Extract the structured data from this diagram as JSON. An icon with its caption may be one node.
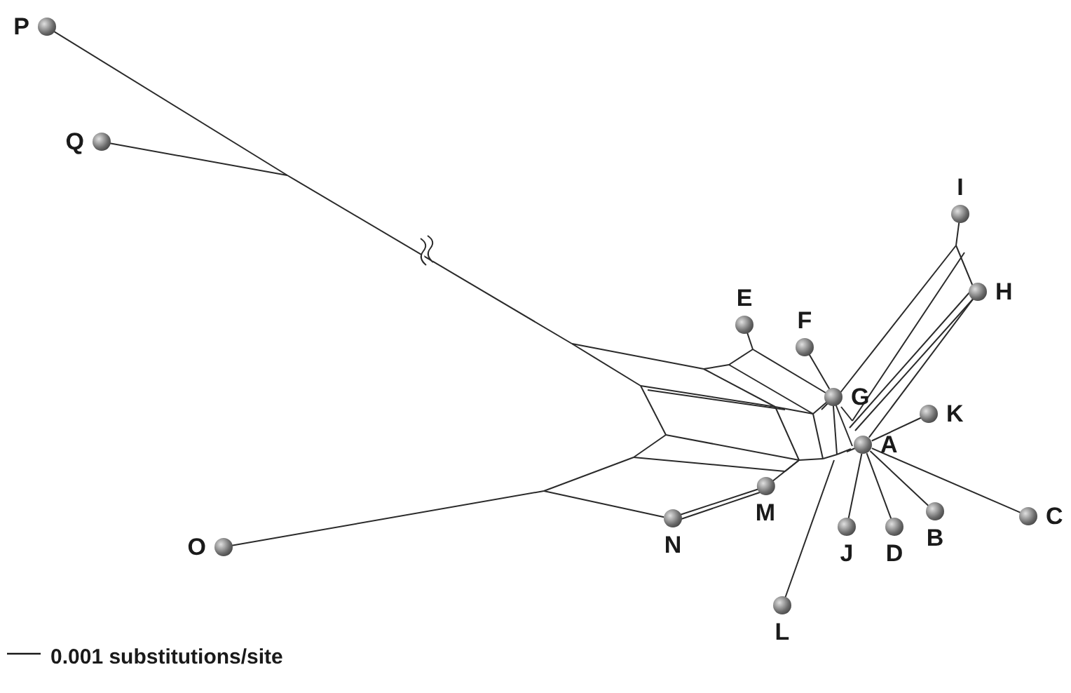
{
  "diagram": {
    "nodes": [
      {
        "text": [
          "P"
        ]
      },
      {
        "text": [
          "Q"
        ]
      },
      {
        "text": [
          "I"
        ]
      },
      {
        "text": [
          "H"
        ]
      },
      {
        "text": [
          "E"
        ]
      },
      {
        "text": [
          "F"
        ]
      },
      {
        "text": [
          "G"
        ]
      },
      {
        "text": [
          "K"
        ]
      },
      {
        "text": [
          "A"
        ]
      },
      {
        "text": [
          "M"
        ]
      },
      {
        "text": [
          "B"
        ]
      },
      {
        "text": [
          "C"
        ]
      },
      {
        "text": [
          "N"
        ]
      },
      {
        "text": [
          "J"
        ]
      },
      {
        "text": [
          "D"
        ]
      },
      {
        "text": [
          "O"
        ]
      },
      {
        "text": [
          "L"
        ]
      }
    ],
    "edges": [
      {
        "from": null,
        "to": 0,
        "arrow": "none"
      },
      {
        "from": null,
        "to": 1,
        "arrow": "none"
      },
      {
        "from": null,
        "to": 2,
        "arrow": "none"
      },
      {
        "from": 8,
        "to": 3,
        "arrow": "none"
      },
      {
        "from": null,
        "to": 4,
        "arrow": "none"
      },
      {
        "from": 6,
        "to": 5,
        "arrow": "none"
      },
      {
        "from": null,
        "to": 6,
        "arrow": "none"
      },
      {
        "from": 8,
        "to": 7,
        "arrow": "none"
      },
      {
        "from": null,
        "to": 8,
        "arrow": "none"
      },
      {
        "from": null,
        "to": 9,
        "arrow": "none"
      },
      {
        "from": 8,
        "to": 10,
        "arrow": "none"
      },
      {
        "from": 8,
        "to": 11,
        "arrow": "none"
      },
      {
        "from": null,
        "to": 12,
        "arrow": "none"
      },
      {
        "from": 8,
        "to": 13,
        "arrow": "none"
      },
      {
        "from": 8,
        "to": 14,
        "arrow": "none"
      },
      {
        "from": null,
        "to": 15,
        "arrow": "none"
      },
      {
        "from": null,
        "to": 16,
        "arrow": "none"
      }
    ],
    "labels": [
      "0.001 substitutions/site"
    ]
  }
}
